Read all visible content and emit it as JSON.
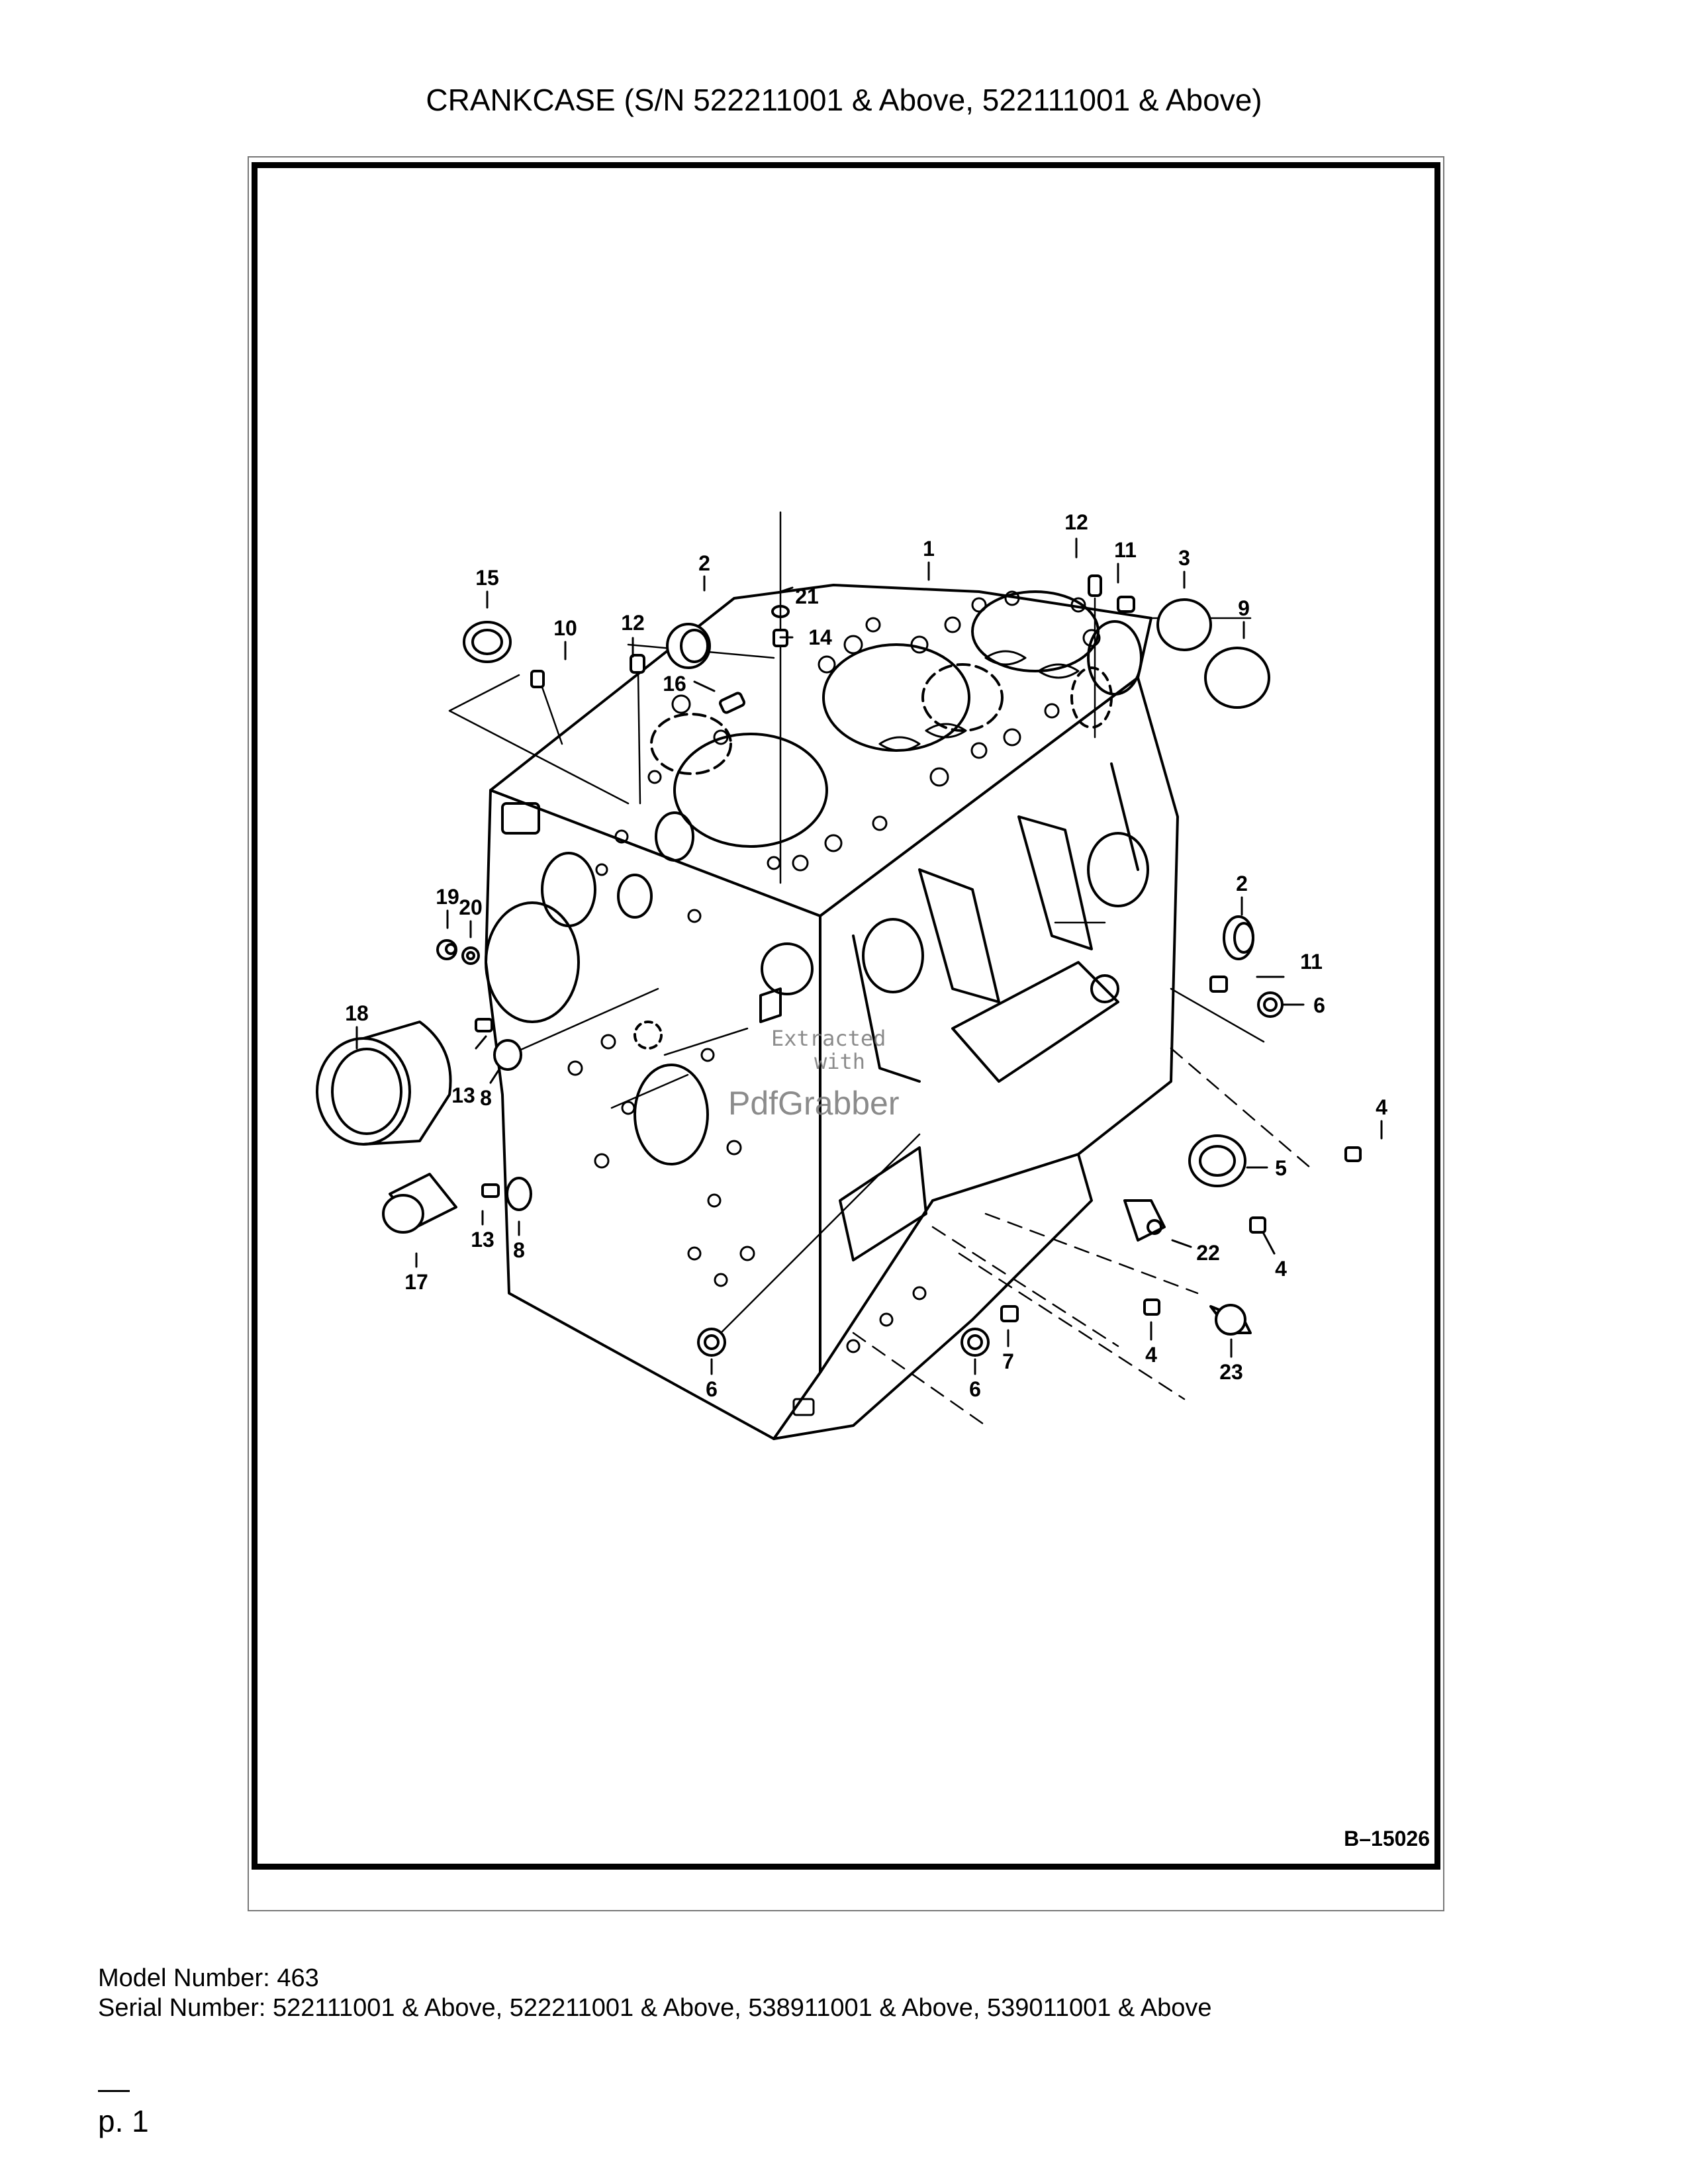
{
  "page_title": "CRANKCASE (S/N 522211001 & Above, 522111001 & Above)",
  "figure_code": "B–15026",
  "callouts": {
    "c1": "1",
    "c2a": "2",
    "c2b": "2",
    "c3": "3",
    "c4a": "4",
    "c4b": "4",
    "c4c": "4",
    "c5": "5",
    "c6a": "6",
    "c6b": "6",
    "c6c": "6",
    "c7": "7",
    "c8a": "8",
    "c8b": "8",
    "c9": "9",
    "c10": "10",
    "c11a": "11",
    "c11b": "11",
    "c12a": "12",
    "c12b": "12",
    "c13a": "13",
    "c13b": "13",
    "c14": "14",
    "c15": "15",
    "c16": "16",
    "c17": "17",
    "c18": "18",
    "c19": "19",
    "c20": "20",
    "c21": "21",
    "c22": "22",
    "c23": "23"
  },
  "watermark": {
    "line1": "Extracted",
    "line2": "with",
    "line3": "PdfGrabber"
  },
  "footer": {
    "model": "Model Number: 463",
    "serial": "Serial Number: 522111001 & Above, 522211001 & Above, 538911001 & Above, 539011001 & Above",
    "page": "p. 1"
  }
}
